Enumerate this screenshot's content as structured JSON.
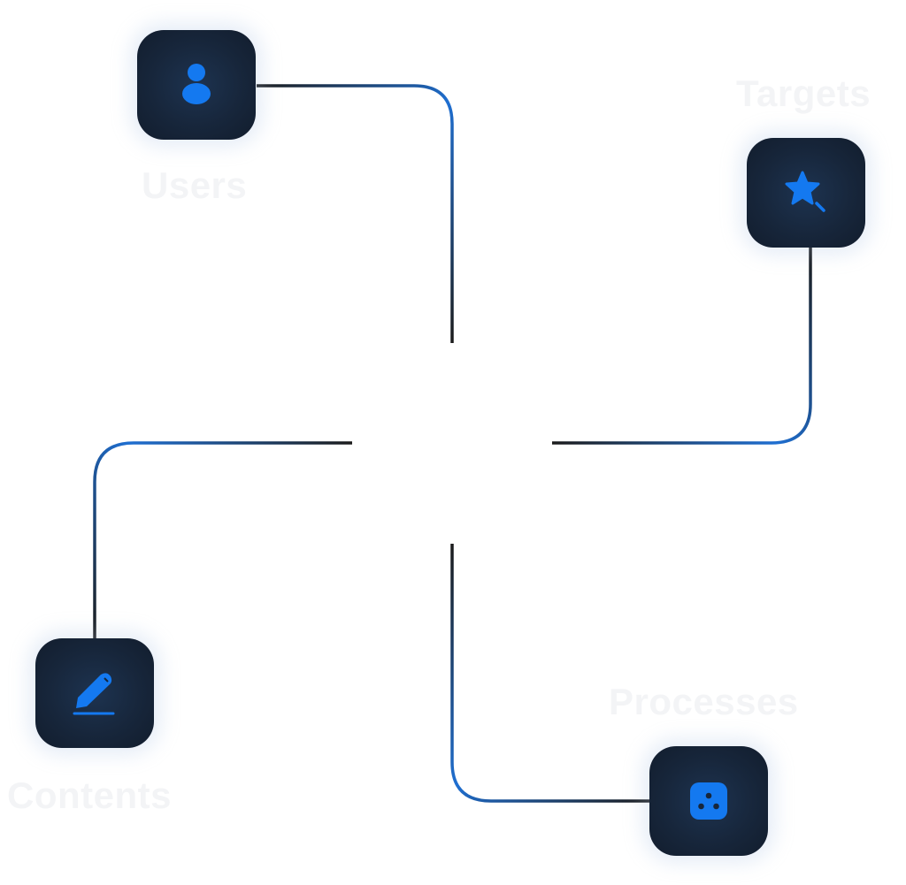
{
  "nodes": {
    "users": {
      "label": "Users",
      "icon": "user-icon"
    },
    "targets": {
      "label": "Targets",
      "icon": "star-wand-icon"
    },
    "contents": {
      "label": "Contents",
      "icon": "pencil-edit-icon"
    },
    "processes": {
      "label": "Processes",
      "icon": "dice-icon"
    }
  },
  "colors": {
    "node_background": "#17263b",
    "icon_accent": "#1479f0",
    "connector_dark": "#1b1b1b",
    "connector_blue": "#1f6fd1",
    "label_text": "#f3f4f6"
  }
}
